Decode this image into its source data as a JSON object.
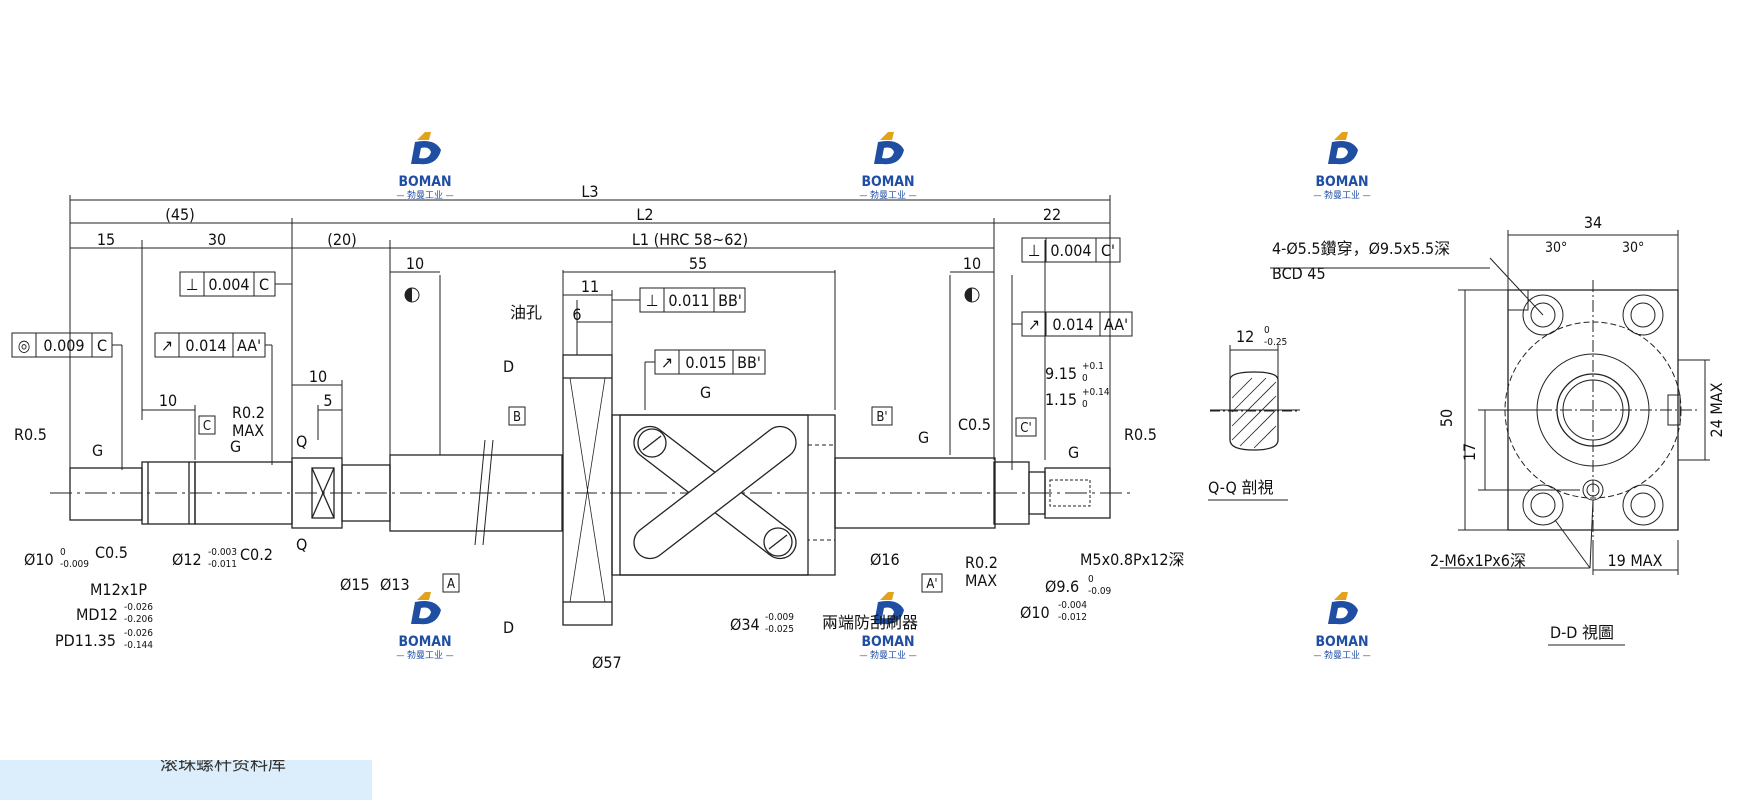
{
  "brand": {
    "name": "BOMAN",
    "subtitle": "— 勃曼工业 —",
    "color": "#1f4ea3",
    "accent": "#e2a21b"
  },
  "dims": {
    "L3": "L3",
    "L2": "L2",
    "L1": "L1 (HRC 58~62)",
    "d45": "(45)",
    "d22": "22",
    "d15": "15",
    "d30": "30",
    "d20": "(20)",
    "d10a": "10",
    "d55": "55",
    "d10b": "10",
    "d11": "11",
    "d6": "6",
    "d10c": "10",
    "d5": "5",
    "d10d": "10"
  },
  "tolerances": {
    "perp_left_sym": "⊥",
    "perp_left_val": "0.004",
    "perp_left_ref": "C",
    "conc_sym": "◎",
    "conc_val": "0.009",
    "conc_ref": "C",
    "runout_left_sym": "↗",
    "runout_left_val": "0.014",
    "runout_left_ref": "AA'",
    "perp_nut_sym": "⊥",
    "perp_nut_val": "0.011",
    "perp_nut_ref": "BB'",
    "runout_nut_sym": "↗",
    "runout_nut_val": "0.015",
    "runout_nut_ref": "BB'",
    "perp_right_sym": "⊥",
    "perp_right_val": "0.004",
    "perp_right_ref": "C'",
    "runout_right_sym": "↗",
    "runout_right_val": "0.014",
    "runout_right_ref": "AA'"
  },
  "labels": {
    "r05_left": "R0.5",
    "r05_right": "R0.5",
    "r02_max": "R0.2",
    "max1": "MAX",
    "r02_right": "R0.2",
    "max2": "MAX",
    "c05_left": "C0.5",
    "c02": "C0.2",
    "c05_right": "C0.5",
    "d10": "Ø10",
    "d10_tol_up": "0",
    "d10_tol_lo": "-0.009",
    "d12": "Ø12",
    "d12_tol_up": "-0.003",
    "d12_tol_lo": "-0.011",
    "d15": "Ø15",
    "d13": "Ø13",
    "d16": "Ø16",
    "d57": "Ø57",
    "d34": "Ø34",
    "d34_tol_up": "-0.009",
    "d34_tol_lo": "-0.025",
    "m12": "M12x1P",
    "md12": "MD12",
    "md12_tol_up": "-0.026",
    "md12_tol_lo": "-0.206",
    "pd": "PD11.35",
    "pd_tol_up": "-0.026",
    "pd_tol_lo": "-0.144",
    "oil": "油孔",
    "wiper": "兩端防刮刷器",
    "d915": "9.15",
    "d915_up": "+0.1",
    "d915_lo": "0",
    "d115": "1.15",
    "d115_up": "+0.14",
    "d115_lo": "0",
    "m5": "M5x0.8Px12深",
    "d96": "Ø9.6",
    "d96_up": "0",
    "d96_lo": "-0.09",
    "d10r": "Ø10",
    "d10r_up": "-0.004",
    "d10r_lo": "-0.012",
    "G": "G",
    "Q": "Q",
    "D": "D",
    "A": "A",
    "Ap": "A'",
    "B": "B",
    "Bp": "B'",
    "C": "C",
    "Cp": "C'"
  },
  "section_qq": {
    "width": "12",
    "w_up": "0",
    "w_lo": "-0.25",
    "title": "Q-Q 剖視"
  },
  "view_dd": {
    "w34": "34",
    "a30a": "30°",
    "a30b": "30°",
    "holes": "4-Ø5.5鑽穿，Ø9.5x5.5深",
    "bcd": "BCD 45",
    "h50": "50",
    "h17": "17",
    "h24": "24 MAX",
    "w19": "19 MAX",
    "tap": "2-M6x1Px6深",
    "title": "D-D 視圖"
  },
  "footer": {
    "text": "滚珠螺杆资料库"
  }
}
